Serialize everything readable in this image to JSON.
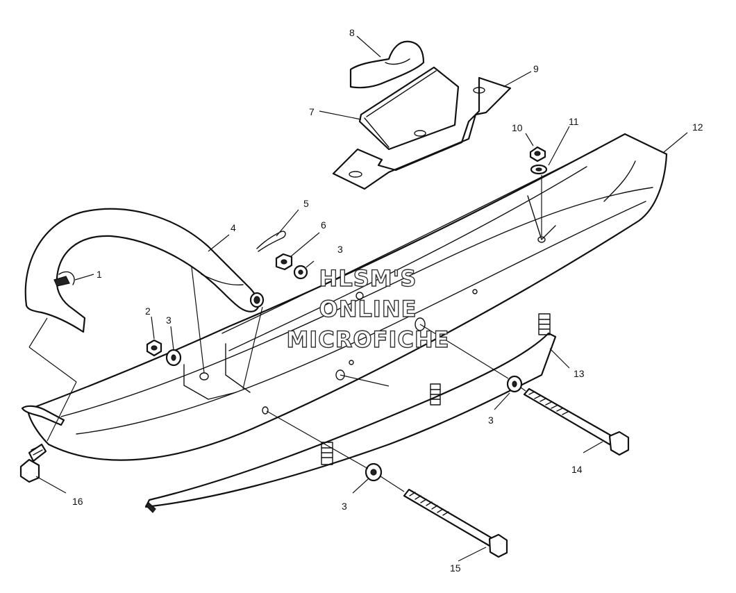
{
  "watermark": {
    "line1": "HLSM'S",
    "line2": "ONLINE",
    "line3": "MICROFICHE"
  },
  "callouts": {
    "c1": "1",
    "c2": "2",
    "c3a": "3",
    "c3b": "3",
    "c3c": "3",
    "c3d": "3",
    "c4": "4",
    "c5": "5",
    "c6": "6",
    "c7": "7",
    "c8": "8",
    "c9": "9",
    "c10": "10",
    "c11": "11",
    "c12": "12",
    "c13": "13",
    "c14": "14",
    "c15": "15",
    "c16": "16"
  }
}
